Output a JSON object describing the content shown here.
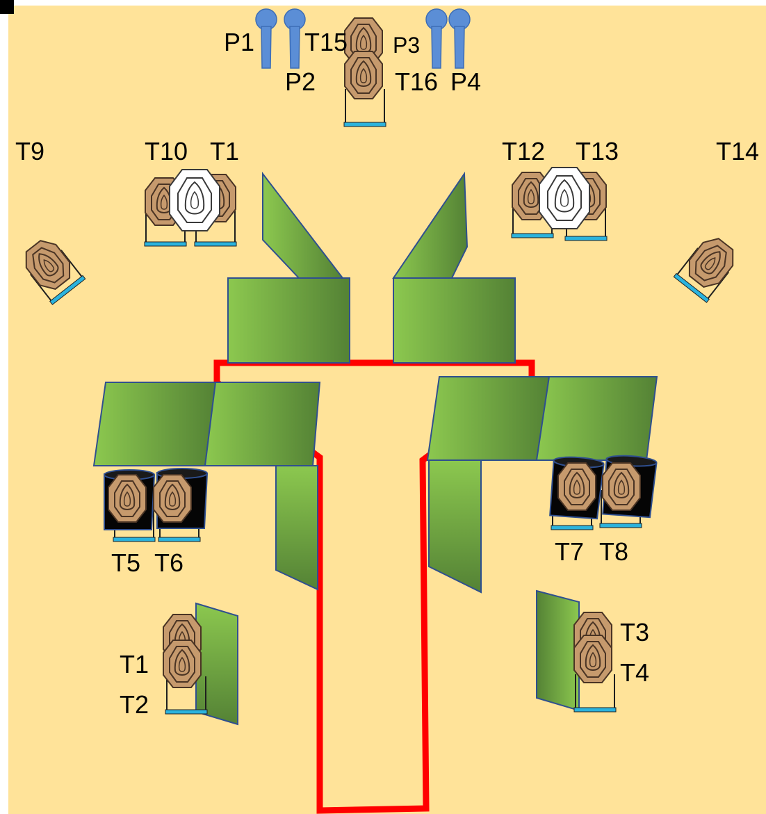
{
  "colors": {
    "background": "#FFE399",
    "wall_light": "#8CC84F",
    "wall_dark": "#548235",
    "wall_stroke": "#2F4F8F",
    "shooting_area": "#FF0000",
    "target_fill": "#C69A6D",
    "target_outline": "#4A3424",
    "no_shoot_fill": "#FFFFFF",
    "popper_fill": "#5B8ED6",
    "stand": "#2BB3DD",
    "barrel": "#000000"
  },
  "labels": {
    "p1": "P1",
    "p2": "P2",
    "p3": "P3",
    "p4": "P4",
    "t15": "T15",
    "t16": "T16",
    "t9": "T9",
    "t10": "T10",
    "t11": "T1",
    "t12": "T12",
    "t13": "T13",
    "t14": "T14",
    "t5": "T5",
    "t6": "T6",
    "t7": "T7",
    "t8": "T8",
    "t1": "T1",
    "t2": "T2",
    "t3": "T3",
    "t4": "T4"
  },
  "icons": {
    "paper_target": "ipsc-target-icon",
    "no_shoot": "no-shoot-target-icon",
    "popper": "popper-icon",
    "barrel": "barrel-icon",
    "wall": "wall-panel"
  }
}
